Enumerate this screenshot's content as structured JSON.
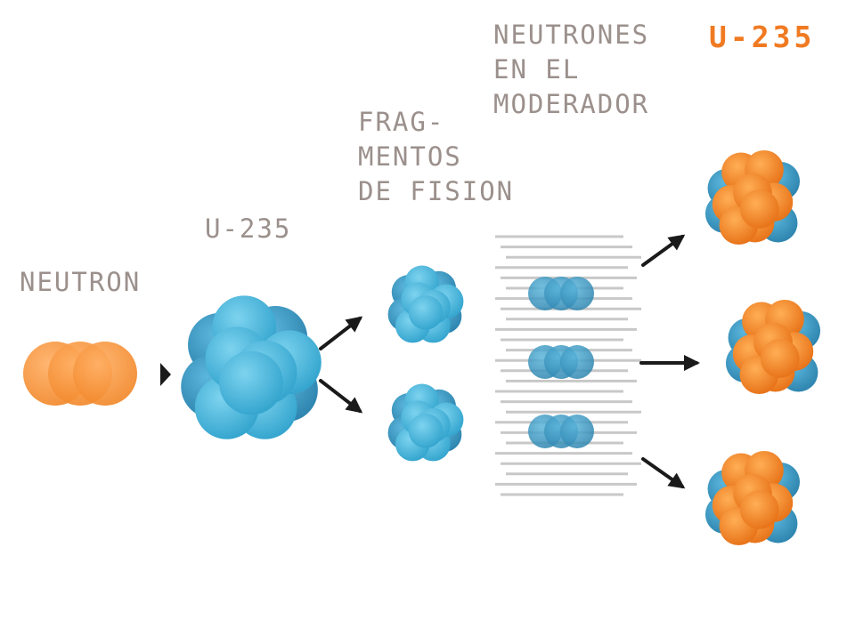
{
  "labels": {
    "neutron": "NEUTRON",
    "u235_target": "U-235",
    "fragments_line1": "FRAG-",
    "fragments_line2": "MENTOS",
    "fragments_line3": "DE FISION",
    "moderator_line1": "NEUTRONES",
    "moderator_line2": "EN EL",
    "moderator_line3": "MODERADOR",
    "u235_products": "U-235"
  },
  "colors": {
    "label_gray": "#9b908c",
    "label_orange": "#f07a22",
    "neutron_orange": "#f2892c",
    "nucleus_blue": "#36a6cf",
    "nucleus_blue_dark": "#2f86b0",
    "product_orange": "#f39234",
    "moderator_line": "#c8c8c8",
    "arrow": "#1a1a1a"
  },
  "icons": {
    "neutron": "neutron-cluster-icon",
    "u235_nucleus": "u235-nucleus-icon",
    "fission_fragment": "fission-fragment-icon",
    "moderated_neutron": "moderated-neutron-icon",
    "product_nucleus": "u235-product-nucleus-icon",
    "arrow": "arrow-icon"
  }
}
